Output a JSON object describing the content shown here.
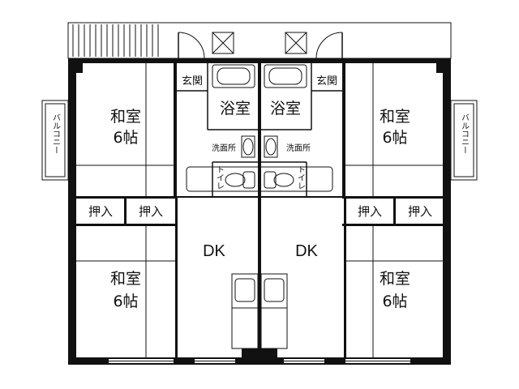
{
  "rooms": {
    "washitsu": "和室",
    "rokujo": "6帖",
    "oshiire": "押入",
    "dk": "DK",
    "yokushitsu": "浴室",
    "genkan": "玄関",
    "senmenjo": "洗面所",
    "toilet": "トイレ",
    "balcony": "バルコニー"
  }
}
